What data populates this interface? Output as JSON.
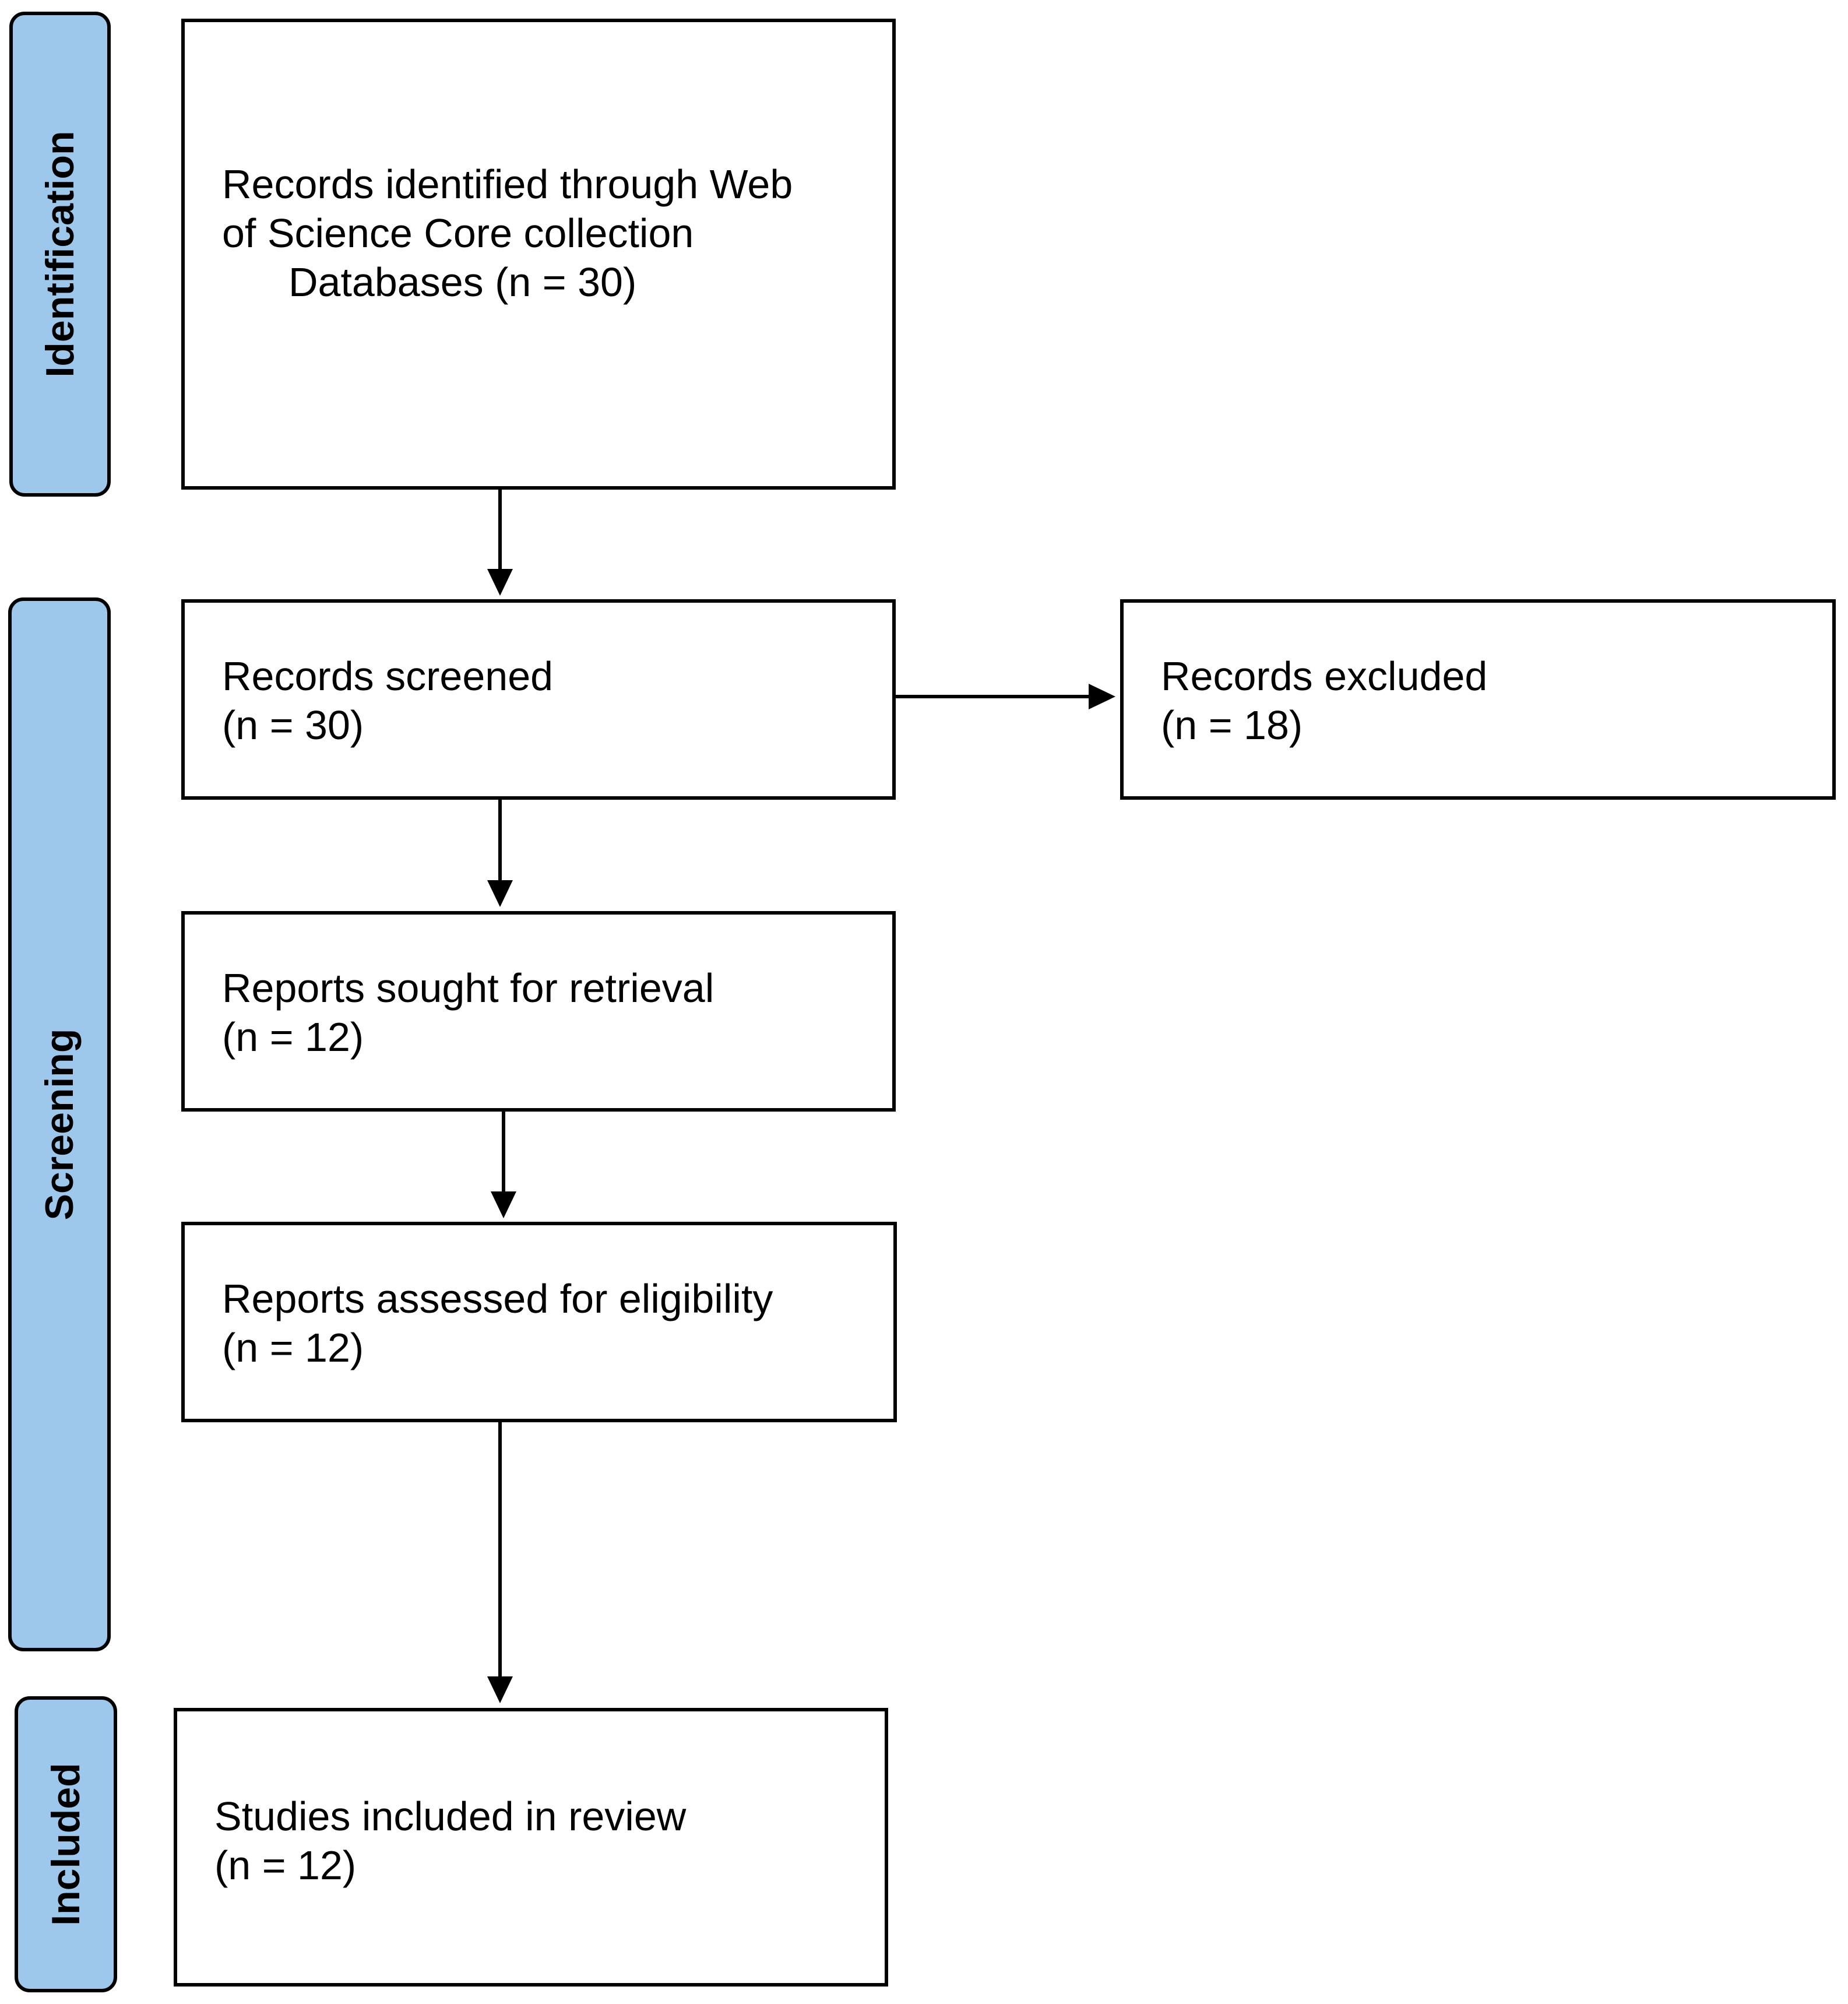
{
  "phases": {
    "identification": "Identification",
    "screening": "Screening",
    "included": "Included"
  },
  "boxes": {
    "identified": {
      "line1": "Records identified through Web",
      "line2": "of Science Core collection",
      "line3": "Databases (n = 30)"
    },
    "screened": {
      "line1": "Records screened",
      "line2": "(n = 30)"
    },
    "excluded": {
      "line1": "Records excluded",
      "line2": "(n = 18)"
    },
    "sought": {
      "line1": "Reports sought for retrieval",
      "line2": "(n = 12)"
    },
    "assessed": {
      "line1": "Reports assessed for eligibility",
      "line2": "(n = 12)"
    },
    "included": {
      "line1": "Studies included in review",
      "line2": "(n = 12)"
    }
  },
  "colors": {
    "phase_fill": "#9dc8ec",
    "border": "#000000"
  }
}
